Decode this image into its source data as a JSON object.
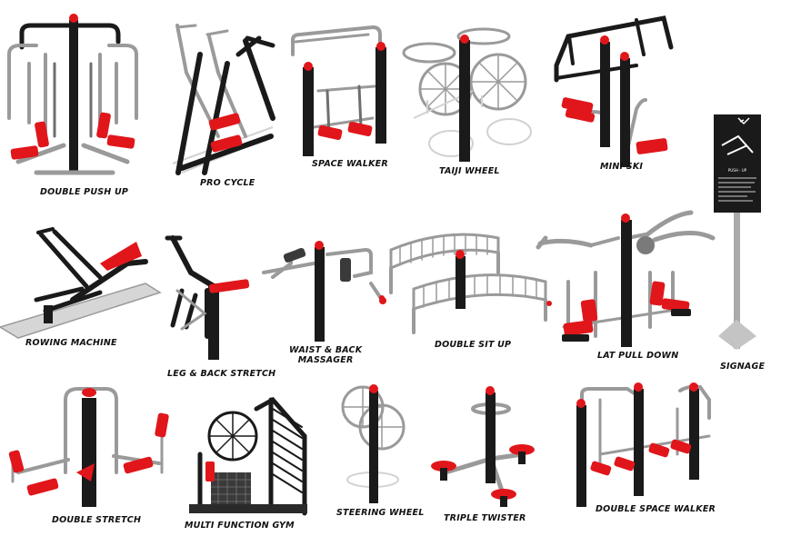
{
  "colors": {
    "equipment_red": "#e0161b",
    "equipment_black": "#1a1a1a",
    "steel": "#9a9a9a",
    "background": "#ffffff"
  },
  "labels": {
    "double_push_up": "DOUBLE PUSH UP",
    "pro_cycle": "PRO CYCLE",
    "space_walker": "SPACE WALKER",
    "taiji_wheel": "TAIJI WHEEL",
    "mini_ski": "MINI SKI",
    "rowing_machine": "ROWING MACHINE",
    "leg_back_stretch": "LEG & BACK STRETCH",
    "waist_back_massager_line1": "WAIST & BACK",
    "waist_back_massager_line2": "MASSAGER",
    "double_sit_up": "DOUBLE SIT UP",
    "lat_pull_down": "LAT PULL DOWN",
    "signage": "SIGNAGE",
    "double_stretch": "DOUBLE STRETCH",
    "multi_function_gym": "MULTI FUNCTION GYM",
    "steering_wheel": "STEERING WHEEL",
    "triple_twister": "TRIPLE TWISTER",
    "double_space_walker": "DOUBLE SPACE WALKER"
  },
  "sign_board": {
    "heading": "PUSH - UP"
  }
}
